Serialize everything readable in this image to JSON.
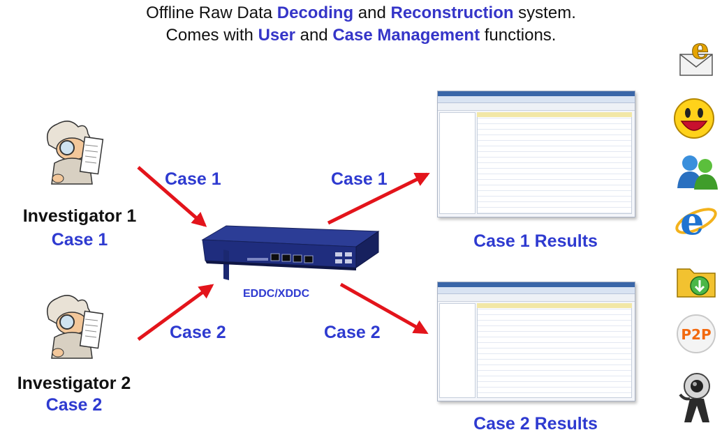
{
  "colors": {
    "accent": "#3535c8",
    "label_blue": "#2e3ad0",
    "arrow": "#e3141b",
    "device_blue": "#1f2d7e"
  },
  "title": {
    "line1_pre": "Offline Raw Data ",
    "line1_hl1": "Decoding",
    "line1_mid": " and ",
    "line1_hl2": "Reconstruction",
    "line1_post": " system.",
    "line2_pre": "Comes with ",
    "line2_hl1": "User",
    "line2_mid": " and ",
    "line2_hl2": "Case Management",
    "line2_post": " functions."
  },
  "investigators": [
    {
      "name": "Investigator 1",
      "case": "Case 1"
    },
    {
      "name": "Investigator 2",
      "case": "Case 2"
    }
  ],
  "arrow_labels": {
    "in1": "Case 1",
    "in2": "Case 2",
    "out1": "Case 1",
    "out2": "Case 2"
  },
  "device": {
    "name": "EDDC/XDDC"
  },
  "results": [
    {
      "label": "Case 1 Results"
    },
    {
      "label": "Case 2 Results"
    }
  ],
  "side_icons": [
    "email-icon",
    "yahoo-messenger-icon",
    "msn-messenger-icon",
    "internet-explorer-icon",
    "ftp-folder-icon",
    "p2p-icon",
    "webcam-icon"
  ],
  "p2p_text": "P2P"
}
